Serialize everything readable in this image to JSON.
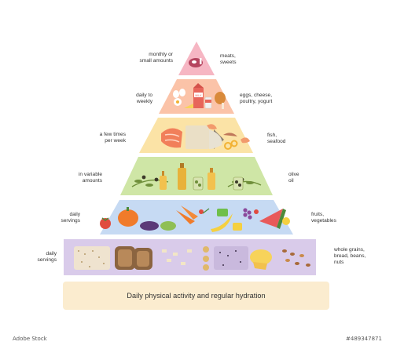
{
  "colors": {
    "tier1": "#f6b6c3",
    "tier2": "#fbc3a8",
    "tier3": "#fbe3a6",
    "tier4": "#cfe6a6",
    "tier5": "#c6daf3",
    "tier6": "#d9cbea",
    "footer": "#fbeccf",
    "text": "#333333"
  },
  "tiers": [
    {
      "left_label": "monthly or\nsmall amounts",
      "right_label": "meats,\nsweets",
      "icons": [
        "steak-icon"
      ]
    },
    {
      "left_label": "daily to\nweekly",
      "right_label": "eggs, cheese,\npoultry, yogurt",
      "icons": [
        "eggs-icon",
        "cheese-icon",
        "milk-carton-icon",
        "chicken-leg-icon",
        "yogurt-icon"
      ]
    },
    {
      "left_label": "a few times\nper week",
      "right_label": "fish,\nseafood",
      "icons": [
        "salmon-icon",
        "fish-icon",
        "shrimp-icon",
        "calamari-icon"
      ]
    },
    {
      "left_label": "in variable\namounts",
      "right_label": "olive\noil",
      "icons": [
        "olive-branch-icon",
        "oil-bottle-icon",
        "olive-jar-icon"
      ]
    },
    {
      "left_label": "daily\nservings",
      "right_label": "fruits,\nvegetables",
      "icons": [
        "tomato-icon",
        "pumpkin-icon",
        "eggplant-icon",
        "carrot-icon",
        "banana-icon",
        "grapes-icon",
        "watermelon-icon"
      ]
    },
    {
      "left_label": "daily\nservings",
      "right_label": "whole grains,\nbread, beans,\nnuts",
      "icons": [
        "grains-icon",
        "bread-icon",
        "pasta-icon",
        "rice-icon",
        "cheese-icon",
        "nuts-icon"
      ]
    }
  ],
  "footer": {
    "text": "Daily physical activity and regular hydration"
  },
  "milk_label": "MILK",
  "stock": {
    "id": "#489347871",
    "brand": "Adobe Stock"
  }
}
